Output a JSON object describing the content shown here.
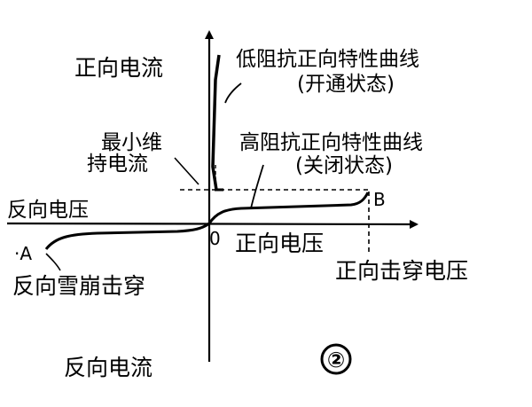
{
  "labels": {
    "forward_current": "正向电流",
    "reverse_current": "反向电流",
    "reverse_voltage": "反向电压",
    "forward_voltage": "正向电压",
    "forward_breakdown_voltage": "正向击穿电压",
    "reverse_avalanche_breakdown": "反向雪崩击穿",
    "min_holding_current_line1": "最小维",
    "min_holding_current_line2": "持电流",
    "low_impedance_curve": "低阻抗正向特性曲线",
    "low_impedance_state": "(开通状态)",
    "high_impedance_curve": "高阻抗正向特性曲线",
    "high_impedance_state": "(关闭状态)",
    "origin": "0",
    "point_a": "·A",
    "point_b": "B",
    "figure_number": "②"
  },
  "colors": {
    "ink": "#000000",
    "background": "#ffffff"
  }
}
